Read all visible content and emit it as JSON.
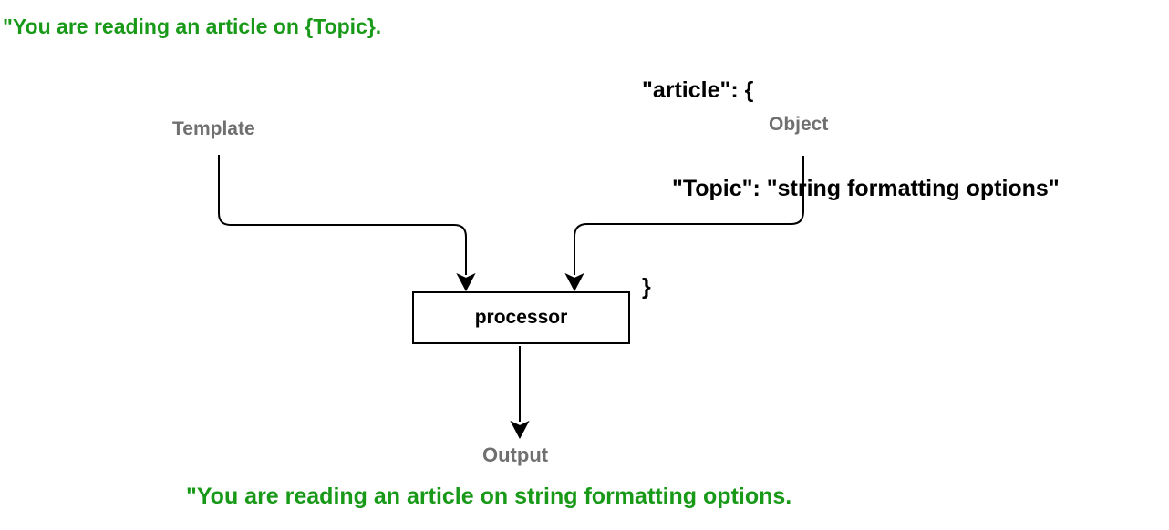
{
  "colors": {
    "green": "#189918",
    "gray": "#707070",
    "line_black": "#000000"
  },
  "template_string": "\"You are reading an article on {Topic}.",
  "object_json": {
    "line1": "\"article\": {",
    "line2": "\"Topic\": \"string formatting options\"",
    "line3": "}"
  },
  "labels": {
    "template": "Template",
    "object": "Object",
    "processor": "processor",
    "output": "Output"
  },
  "result_string": "\"You are reading an article on string formatting options.",
  "diagram": {
    "type": "flow",
    "edges": [
      {
        "from": "Template",
        "to": "processor"
      },
      {
        "from": "Object",
        "to": "processor"
      },
      {
        "from": "processor",
        "to": "Output"
      }
    ]
  }
}
